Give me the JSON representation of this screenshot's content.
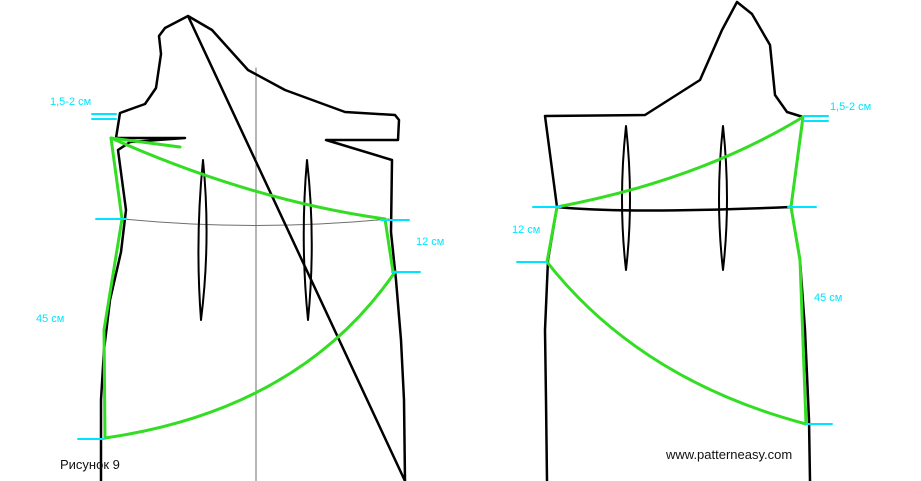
{
  "labels": {
    "front_top_offset": "1,5-2 см",
    "front_side_offset": "12 см",
    "front_length": "45 см",
    "back_top_offset": "1,5-2 см",
    "back_side_offset": "12 см",
    "back_length": "45 см"
  },
  "caption": "Рисунок 9",
  "watermark": "www.patterneasy.com",
  "colors": {
    "outline": "#000000",
    "guide": "#6e6e6e",
    "style_line": "#33dd22",
    "marker": "#00e5ff"
  }
}
